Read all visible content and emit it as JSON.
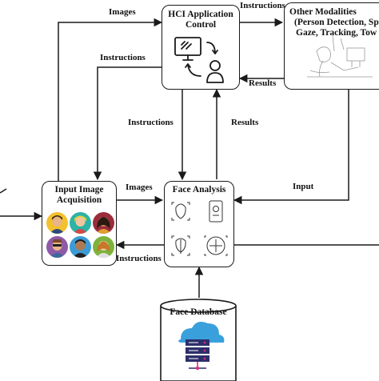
{
  "nodes": {
    "hci": {
      "title_line1": "HCI Application",
      "title_line2": "Control"
    },
    "modalities": {
      "title_line1": "Other Modalities",
      "title_line2": "(Person Detection, Sp",
      "title_line3": "Gaze, Tracking, Tow"
    },
    "acquisition": {
      "title_line1": "Input Image",
      "title_line2": "Acquisition"
    },
    "face_analysis": {
      "title": "Face Analysis"
    },
    "database": {
      "title": "Face Database"
    }
  },
  "edges": {
    "images_top": "Images",
    "instructions_top": "Instructions",
    "instructions_left": "Instructions",
    "results_right": "Results",
    "instructions_mid": "Instructions",
    "results_mid": "Results",
    "images_mid": "Images",
    "input": "Input",
    "instructions_bottom": "Instructions"
  },
  "colors": {
    "stroke": "#1a1a1a",
    "avatar_backgrounds": [
      "#f2c12e",
      "#2bb3a6",
      "#9a2c3c",
      "#8e5aa8",
      "#3b9bd6",
      "#7db33c"
    ],
    "cloud": "#3aa0dc",
    "server": "#2d2f6b",
    "accent": "#d6337a"
  }
}
